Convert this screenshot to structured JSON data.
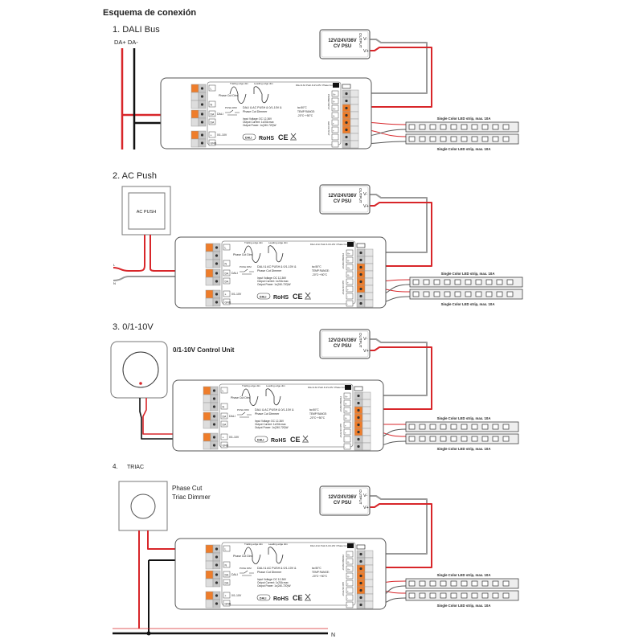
{
  "page_title": "Esquema de conexión",
  "colors": {
    "wire_red": "#d8262a",
    "wire_black": "#111111",
    "wire_gray": "#9a9a9a",
    "terminal_orange": "#ee7d2b",
    "terminal_gray": "#c8c8c8"
  },
  "sections": [
    {
      "title": "1. DALI Bus",
      "labels": [
        "DA+ DA-"
      ]
    },
    {
      "title": "2. AC Push",
      "labels": [
        "AC PUSH",
        "L",
        "N"
      ]
    },
    {
      "title": "3. 0/1-10V",
      "labels": [
        "0/1-10V Control Unit"
      ]
    },
    {
      "title": "4.",
      "subtitle": "TRIAC",
      "labels": [
        "Phase Cut",
        "Triac Dimmer",
        "N"
      ]
    }
  ],
  "psu": {
    "line1": "12V/24V/36V",
    "line2": "CV PSU",
    "output": "OUTPUT",
    "vminus": "V-",
    "vplus": "V+"
  },
  "led_strip": {
    "label": "Single Color LED strip, max. 10A"
  },
  "driver": {
    "name": "DALI & AC PUSH & 0/1-10V &",
    "name2": "Phase Cut Dimmer",
    "input": "Input Voltage: DC 12-36V",
    "current": "Output Current: 1x20A max",
    "power": "Output Power: 1x(240-720)W",
    "ta": "ta=50°C",
    "temp": "TEMP RANGE:",
    "temp_range": "-20°C~+50°C",
    "trailing": "Trailing edge dim",
    "leading": "Leading edge dim",
    "phase_cut": "Phase Cut Dim",
    "dali": "DALI",
    "push": "PUSH DIM",
    "v010": "0/1-10V",
    "switch": "DALI & AC Push & 0/1-10V / Phase Cut Dim",
    "power_input": "POWER INPUT",
    "led_output": "LED OUTPUT",
    "rohs": "RoHS",
    "ce": "CE",
    "dali_logo": "DALI",
    "terminals_left": [
      "L",
      "N",
      "DA",
      "DA",
      "+",
      "GND"
    ],
    "terminals_right": [
      "V+",
      "V-",
      "V+",
      "V-",
      "+",
      "+",
      "-",
      "-"
    ]
  }
}
